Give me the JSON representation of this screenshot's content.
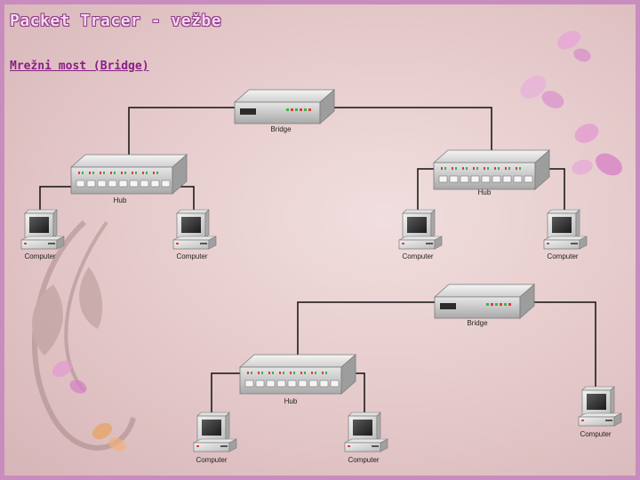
{
  "slide": {
    "title": "Packet Tracer - vežbe",
    "subtitle": "Mrežni most (Bridge)"
  },
  "devices": {
    "bridge_label": "Bridge",
    "hub_label": "Hub",
    "computer_label": "Computer"
  },
  "colors": {
    "border": "#c98cbf",
    "title_fill": "#f7d6f1",
    "title_outline": "#8e3b86",
    "subtitle": "#8a1e86",
    "link": "#111111"
  }
}
